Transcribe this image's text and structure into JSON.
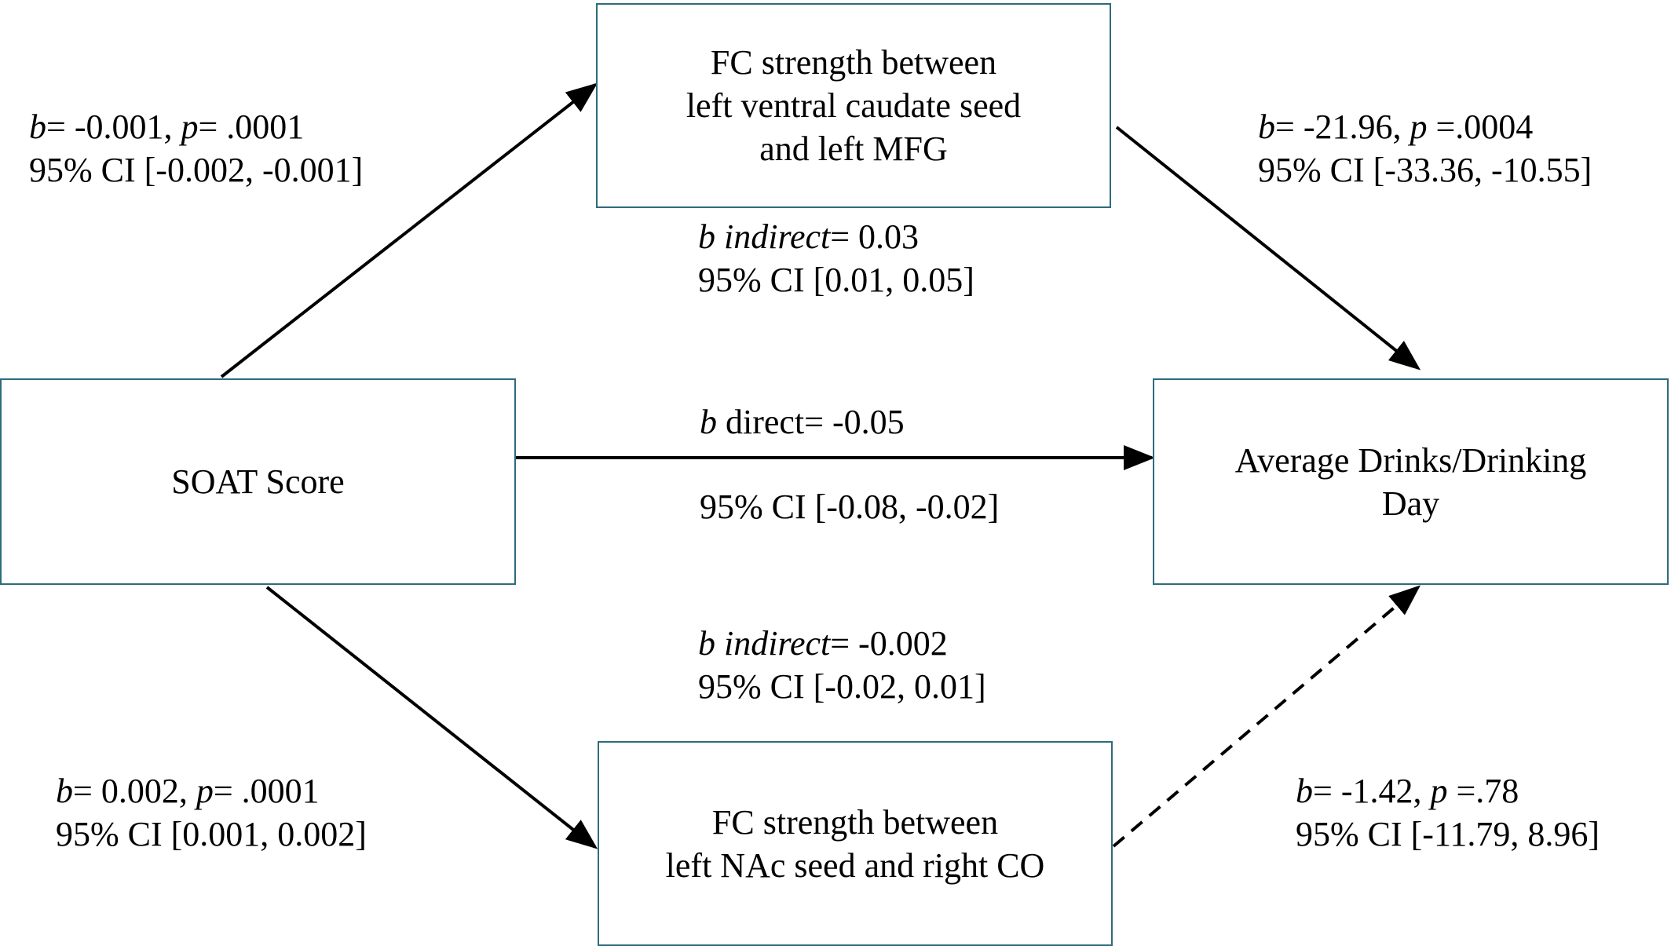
{
  "nodes": {
    "soat": {
      "lines": [
        "SOAT Score"
      ]
    },
    "mediator_top": {
      "lines": [
        "FC strength between",
        "left ventral caudate seed",
        "and left MFG"
      ]
    },
    "outcome": {
      "lines": [
        "Average Drinks/Drinking",
        "Day"
      ]
    },
    "mediator_bottom": {
      "lines": [
        "FC strength between",
        "left NAc seed and right CO"
      ]
    }
  },
  "paths": {
    "a1": {
      "b_symbol": "b",
      "b_value": "= -0.001, ",
      "p_symbol": "p",
      "p_value": "= .0001",
      "ci": "95% CI [-0.002, -0.001]"
    },
    "b1": {
      "b_symbol": "b",
      "b_value": "= -21.96, ",
      "p_symbol": "p",
      "p_value": " =.0004",
      "ci": "95% CI [-33.36, -10.55]"
    },
    "a2": {
      "b_symbol": "b",
      "b_value": "= 0.002, ",
      "p_symbol": "p",
      "p_value": "= .0001",
      "ci": "95% CI [0.001, 0.002]"
    },
    "b2": {
      "b_symbol": "b",
      "b_value": "= -1.42, ",
      "p_symbol": "p",
      "p_value": " =.78",
      "ci": "95% CI [-11.79, 8.96]"
    },
    "indirect_top": {
      "label": "b indirect",
      "value": "= 0.03",
      "ci": "95% CI [0.01, 0.05]"
    },
    "direct": {
      "symbol": "b",
      "label": " direct= -0.05",
      "ci": "95% CI [-0.08, -0.02]"
    },
    "indirect_bottom": {
      "label": "b indirect",
      "value": "= -0.002",
      "ci": "95% CI [-0.02, 0.01]"
    }
  },
  "colors": {
    "box_border": "#2e6b7d",
    "arrow": "#000000"
  }
}
